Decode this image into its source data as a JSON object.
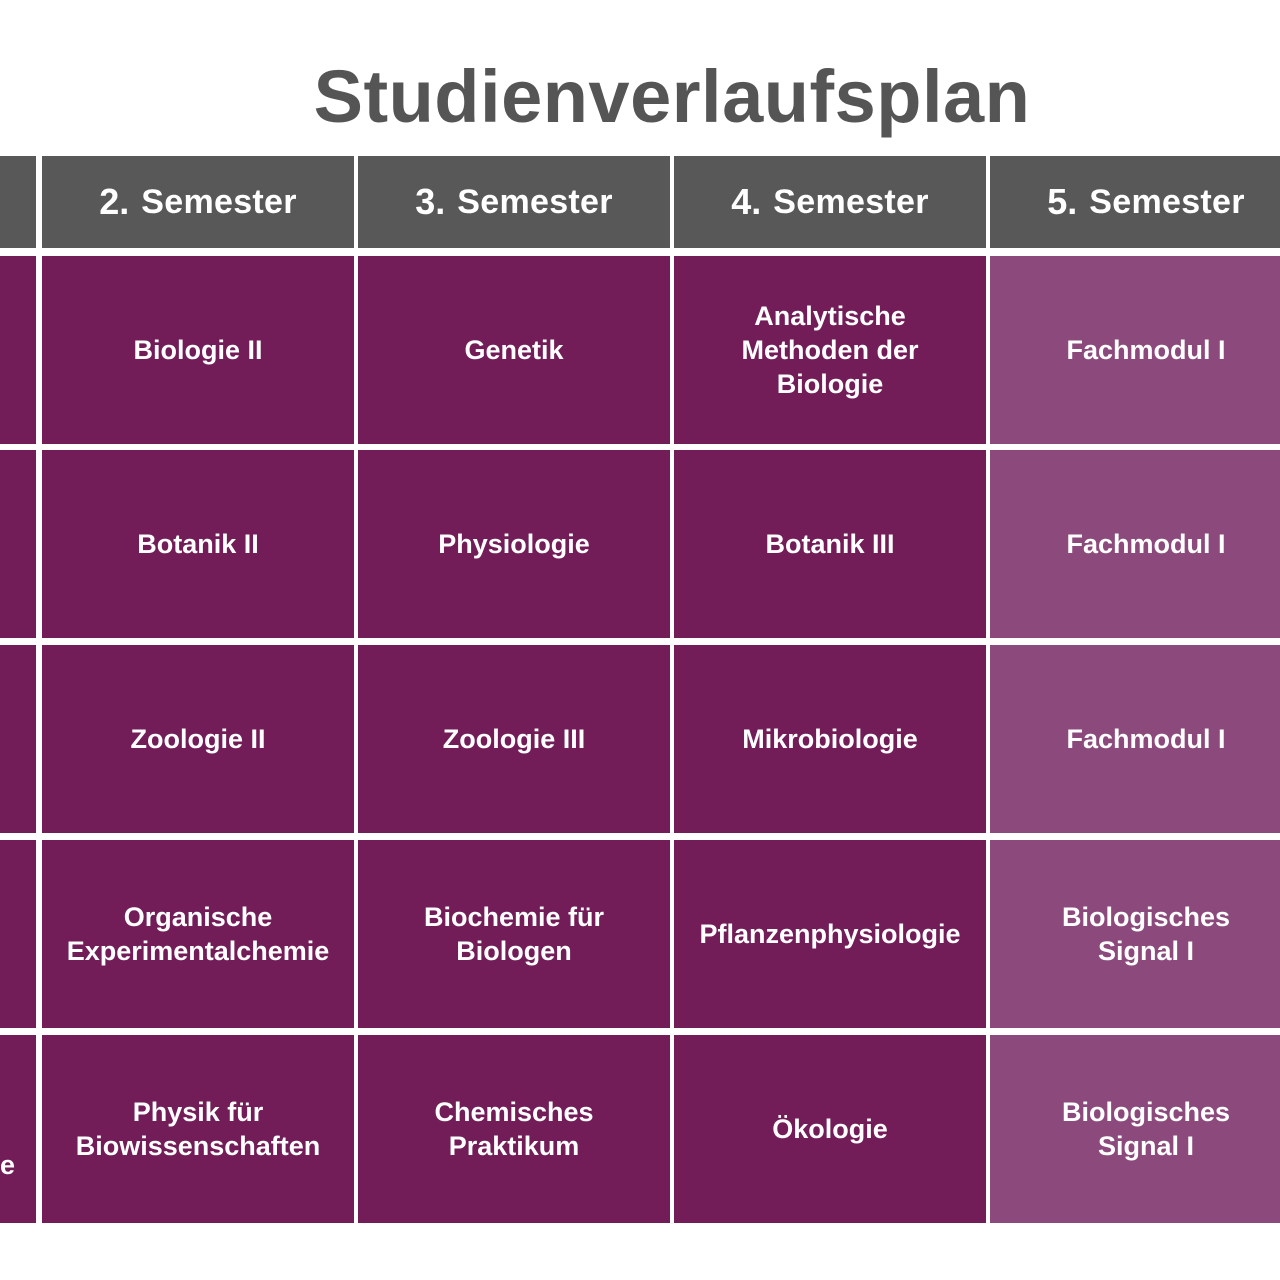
{
  "title": "Studienverlaufsplan",
  "colors": {
    "header_bg": "#585858",
    "module_dark": "#721c58",
    "module_light": "#8c4a7c",
    "title_text": "#555555"
  },
  "partial_column": {
    "visible_fragment": "e"
  },
  "semesters": [
    {
      "number": "2.",
      "label": "Semester",
      "modules": [
        "Biologie II",
        "Botanik II",
        "Zoologie II",
        "Organische\nExperimentalchemie",
        "Physik für\nBiowissenschaften"
      ]
    },
    {
      "number": "3.",
      "label": "Semester",
      "modules": [
        "Genetik",
        "Physiologie",
        "Zoologie III",
        "Biochemie für\nBiologen",
        "Chemisches\nPraktikum"
      ]
    },
    {
      "number": "4.",
      "label": "Semester",
      "modules": [
        "Analytische\nMethoden der\nBiologie",
        "Botanik III",
        "Mikrobiologie",
        "Pflanzenphysiologie",
        "Ökologie"
      ]
    },
    {
      "number": "5.",
      "label": "Semester",
      "modules": [
        "Fachmodul I",
        "Fachmodul I",
        "Fachmodul I",
        "Biologisches\nSignal I",
        "Biologisches\nSignal I"
      ]
    }
  ]
}
